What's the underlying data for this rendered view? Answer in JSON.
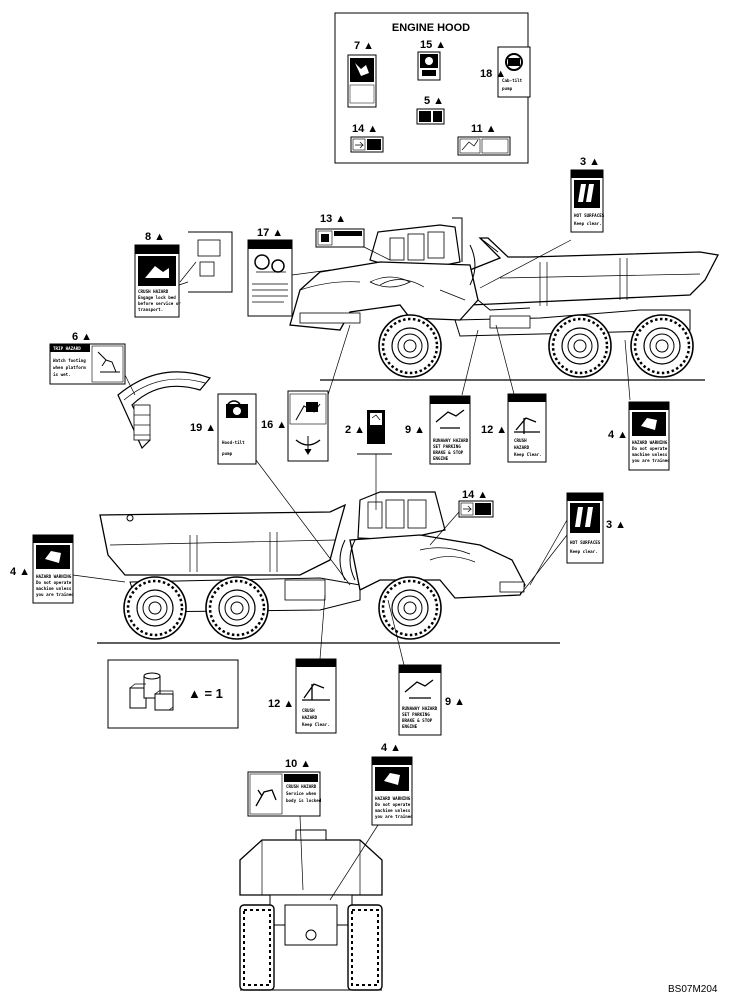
{
  "hood_box": {
    "title": "ENGINE HOOD"
  },
  "callouts": [
    {
      "id": "c7",
      "label": "7 ▲"
    },
    {
      "id": "c15",
      "label": "15 ▲"
    },
    {
      "id": "c18",
      "label": "18 ▲"
    },
    {
      "id": "c5",
      "label": "5 ▲"
    },
    {
      "id": "c14a",
      "label": "14 ▲"
    },
    {
      "id": "c11",
      "label": "11 ▲"
    },
    {
      "id": "c3a",
      "label": "3 ▲"
    },
    {
      "id": "c13",
      "label": "13 ▲"
    },
    {
      "id": "c8",
      "label": "8 ▲"
    },
    {
      "id": "c17",
      "label": "17 ▲"
    },
    {
      "id": "c6",
      "label": "6 ▲"
    },
    {
      "id": "c19",
      "label": "19 ▲"
    },
    {
      "id": "c16",
      "label": "16 ▲"
    },
    {
      "id": "c2",
      "label": "2 ▲"
    },
    {
      "id": "c9a",
      "label": "9 ▲"
    },
    {
      "id": "c12a",
      "label": "12 ▲"
    },
    {
      "id": "c4a",
      "label": "4 ▲"
    },
    {
      "id": "c14b",
      "label": "14 ▲"
    },
    {
      "id": "c3b",
      "label": "3 ▲"
    },
    {
      "id": "c4b",
      "label": "4 ▲"
    },
    {
      "id": "c12b",
      "label": "12 ▲"
    },
    {
      "id": "c9b",
      "label": "9 ▲"
    },
    {
      "id": "c10",
      "label": "10 ▲"
    },
    {
      "id": "c4c",
      "label": "4 ▲"
    }
  ],
  "decal_text": {
    "d3": [
      "HOT SURFACES",
      "Keep clear."
    ],
    "d8": [
      "CRUSH HAZARD",
      "Engage lock bed",
      "before service or",
      "transport."
    ],
    "d6": [
      "TRIP HAZARD",
      "Watch footing",
      "when platform",
      "is wet."
    ],
    "d19": [
      "Hood-tilt",
      "pump"
    ],
    "d18": [
      "Cab-tilt",
      "pump"
    ],
    "d12": [
      "CRUSH",
      "HAZARD",
      "Keep Clear."
    ],
    "d9": [
      "RUNAWAY HAZARD",
      "SET PARKING",
      "BRAKE & STOP",
      "ENGINE"
    ],
    "d10": [
      "CRUSH HAZARD",
      "Service when",
      "body is locked"
    ],
    "d4": [
      "HAZARD WARNING",
      "Do not operate",
      "machine unless",
      "you are trained"
    ]
  },
  "legend": {
    "text": "▲ = 1"
  },
  "figure_code": "BS07M204"
}
